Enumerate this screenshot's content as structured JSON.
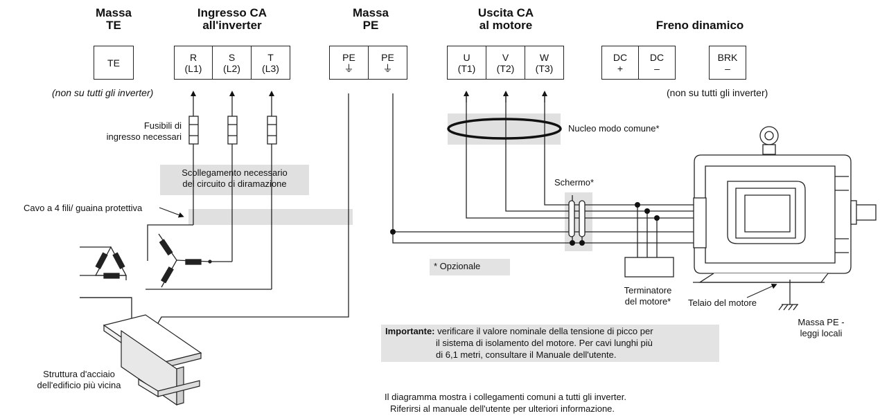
{
  "headers": {
    "massa_te": [
      "Massa",
      "TE"
    ],
    "ingresso": [
      "Ingresso CA",
      "all'inverter"
    ],
    "massa_pe": [
      "Massa",
      "PE"
    ],
    "uscita": [
      "Uscita CA",
      "al motore"
    ],
    "freno": "Freno dinamico"
  },
  "terminals": {
    "te": "TE",
    "r": [
      "R",
      "(L1)"
    ],
    "s": [
      "S",
      "(L2)"
    ],
    "t": [
      "T",
      "(L3)"
    ],
    "pe1": [
      "PE",
      "⏚"
    ],
    "pe2": [
      "PE",
      "⏚"
    ],
    "u": [
      "U",
      "(T1)"
    ],
    "v": [
      "V",
      "(T2)"
    ],
    "w": [
      "W",
      "(T3)"
    ],
    "dc_plus": [
      "DC",
      "+"
    ],
    "dc_minus": [
      "DC",
      "–"
    ],
    "brk": [
      "BRK",
      "–"
    ]
  },
  "labels": {
    "not_all_left": "(non su tutti gli inverter)",
    "not_all_right": "(non su tutti gli inverter)",
    "fuses": [
      "Fusibili di",
      "ingresso necessari"
    ],
    "disconnect": [
      "Scollegamento necessario",
      "del circuito di diramazione"
    ],
    "cable": "Cavo a 4 fili/ guaina protettiva",
    "common_mode": "Nucleo modo comune*",
    "shield": "Schermo*",
    "optional": "* Opzionale",
    "terminator": [
      "Terminatore",
      "del motore*"
    ],
    "motor_frame": "Telaio del motore",
    "ground_pe": [
      "Massa PE -",
      "leggi locali"
    ],
    "steel": [
      "Struttura d'acciaio",
      "dell'edificio più vicina"
    ]
  },
  "important": {
    "label": "Importante:",
    "line1": "verificare il valore nominale della tensione di picco per",
    "line2": "il sistema di isolamento del motore. Per cavi lunghi più",
    "line3": "di 6,1 metri, consultare il Manuale dell'utente."
  },
  "footer": {
    "line1": "Il diagramma mostra i collegamenti comuni a tutti gli inverter.",
    "line2": "Riferirsi al manuale dell'utente per ulteriori informazione."
  }
}
